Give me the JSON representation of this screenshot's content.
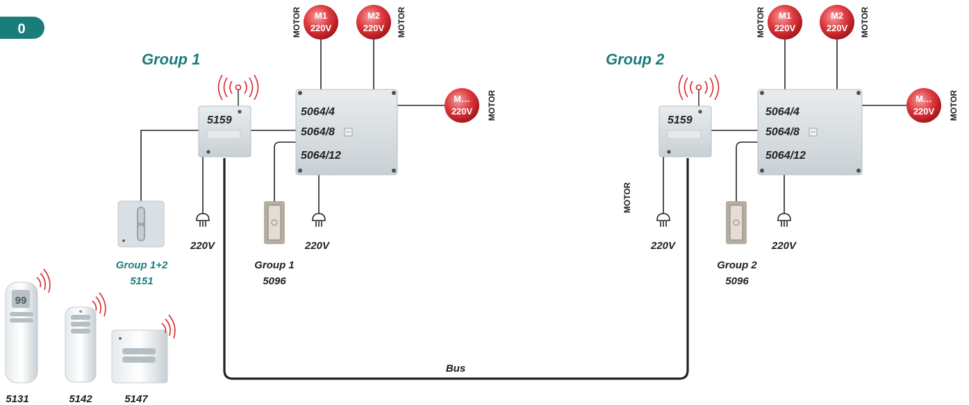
{
  "badge": {
    "label": "0"
  },
  "colors": {
    "accent": "#1a7d7b",
    "motor_red": "#d8242a",
    "radio_red": "#d8242a",
    "box_gray": "#d7dde0"
  },
  "groups": [
    {
      "title": "Group 1",
      "receiver_label": "5159",
      "controller_labels": [
        "5064/4",
        "5064/8",
        "5064/12"
      ],
      "motors": [
        {
          "top": "M1",
          "bottom": "220V",
          "side_label": "MOTOR"
        },
        {
          "top": "M2",
          "bottom": "220V",
          "side_label": "MOTOR"
        },
        {
          "top": "M…",
          "bottom": "220V",
          "side_label": "MOTOR"
        }
      ],
      "power_labels": [
        "220V",
        "220V"
      ],
      "switch_label": {
        "line1": "Group 1",
        "line2": "5096"
      }
    },
    {
      "title": "Group 2",
      "receiver_label": "5159",
      "controller_labels": [
        "5064/4",
        "5064/8",
        "5064/12"
      ],
      "motors": [
        {
          "top": "M1",
          "bottom": "220V",
          "side_label": "MOTOR"
        },
        {
          "top": "M2",
          "bottom": "220V",
          "side_label": "MOTOR"
        },
        {
          "top": "M…",
          "bottom": "220V",
          "side_label": "MOTOR"
        }
      ],
      "power_labels": [
        "220V",
        "220V"
      ],
      "switch_label": {
        "line1": "Group 2",
        "line2": "5096"
      },
      "extra_label": "MOTOR"
    }
  ],
  "wall_switch": {
    "line1": "Group 1+2",
    "line2": "5151"
  },
  "bus_label": "Bus",
  "remotes": [
    {
      "label": "5131",
      "display": "99"
    },
    {
      "label": "5142"
    },
    {
      "label": "5147"
    }
  ]
}
